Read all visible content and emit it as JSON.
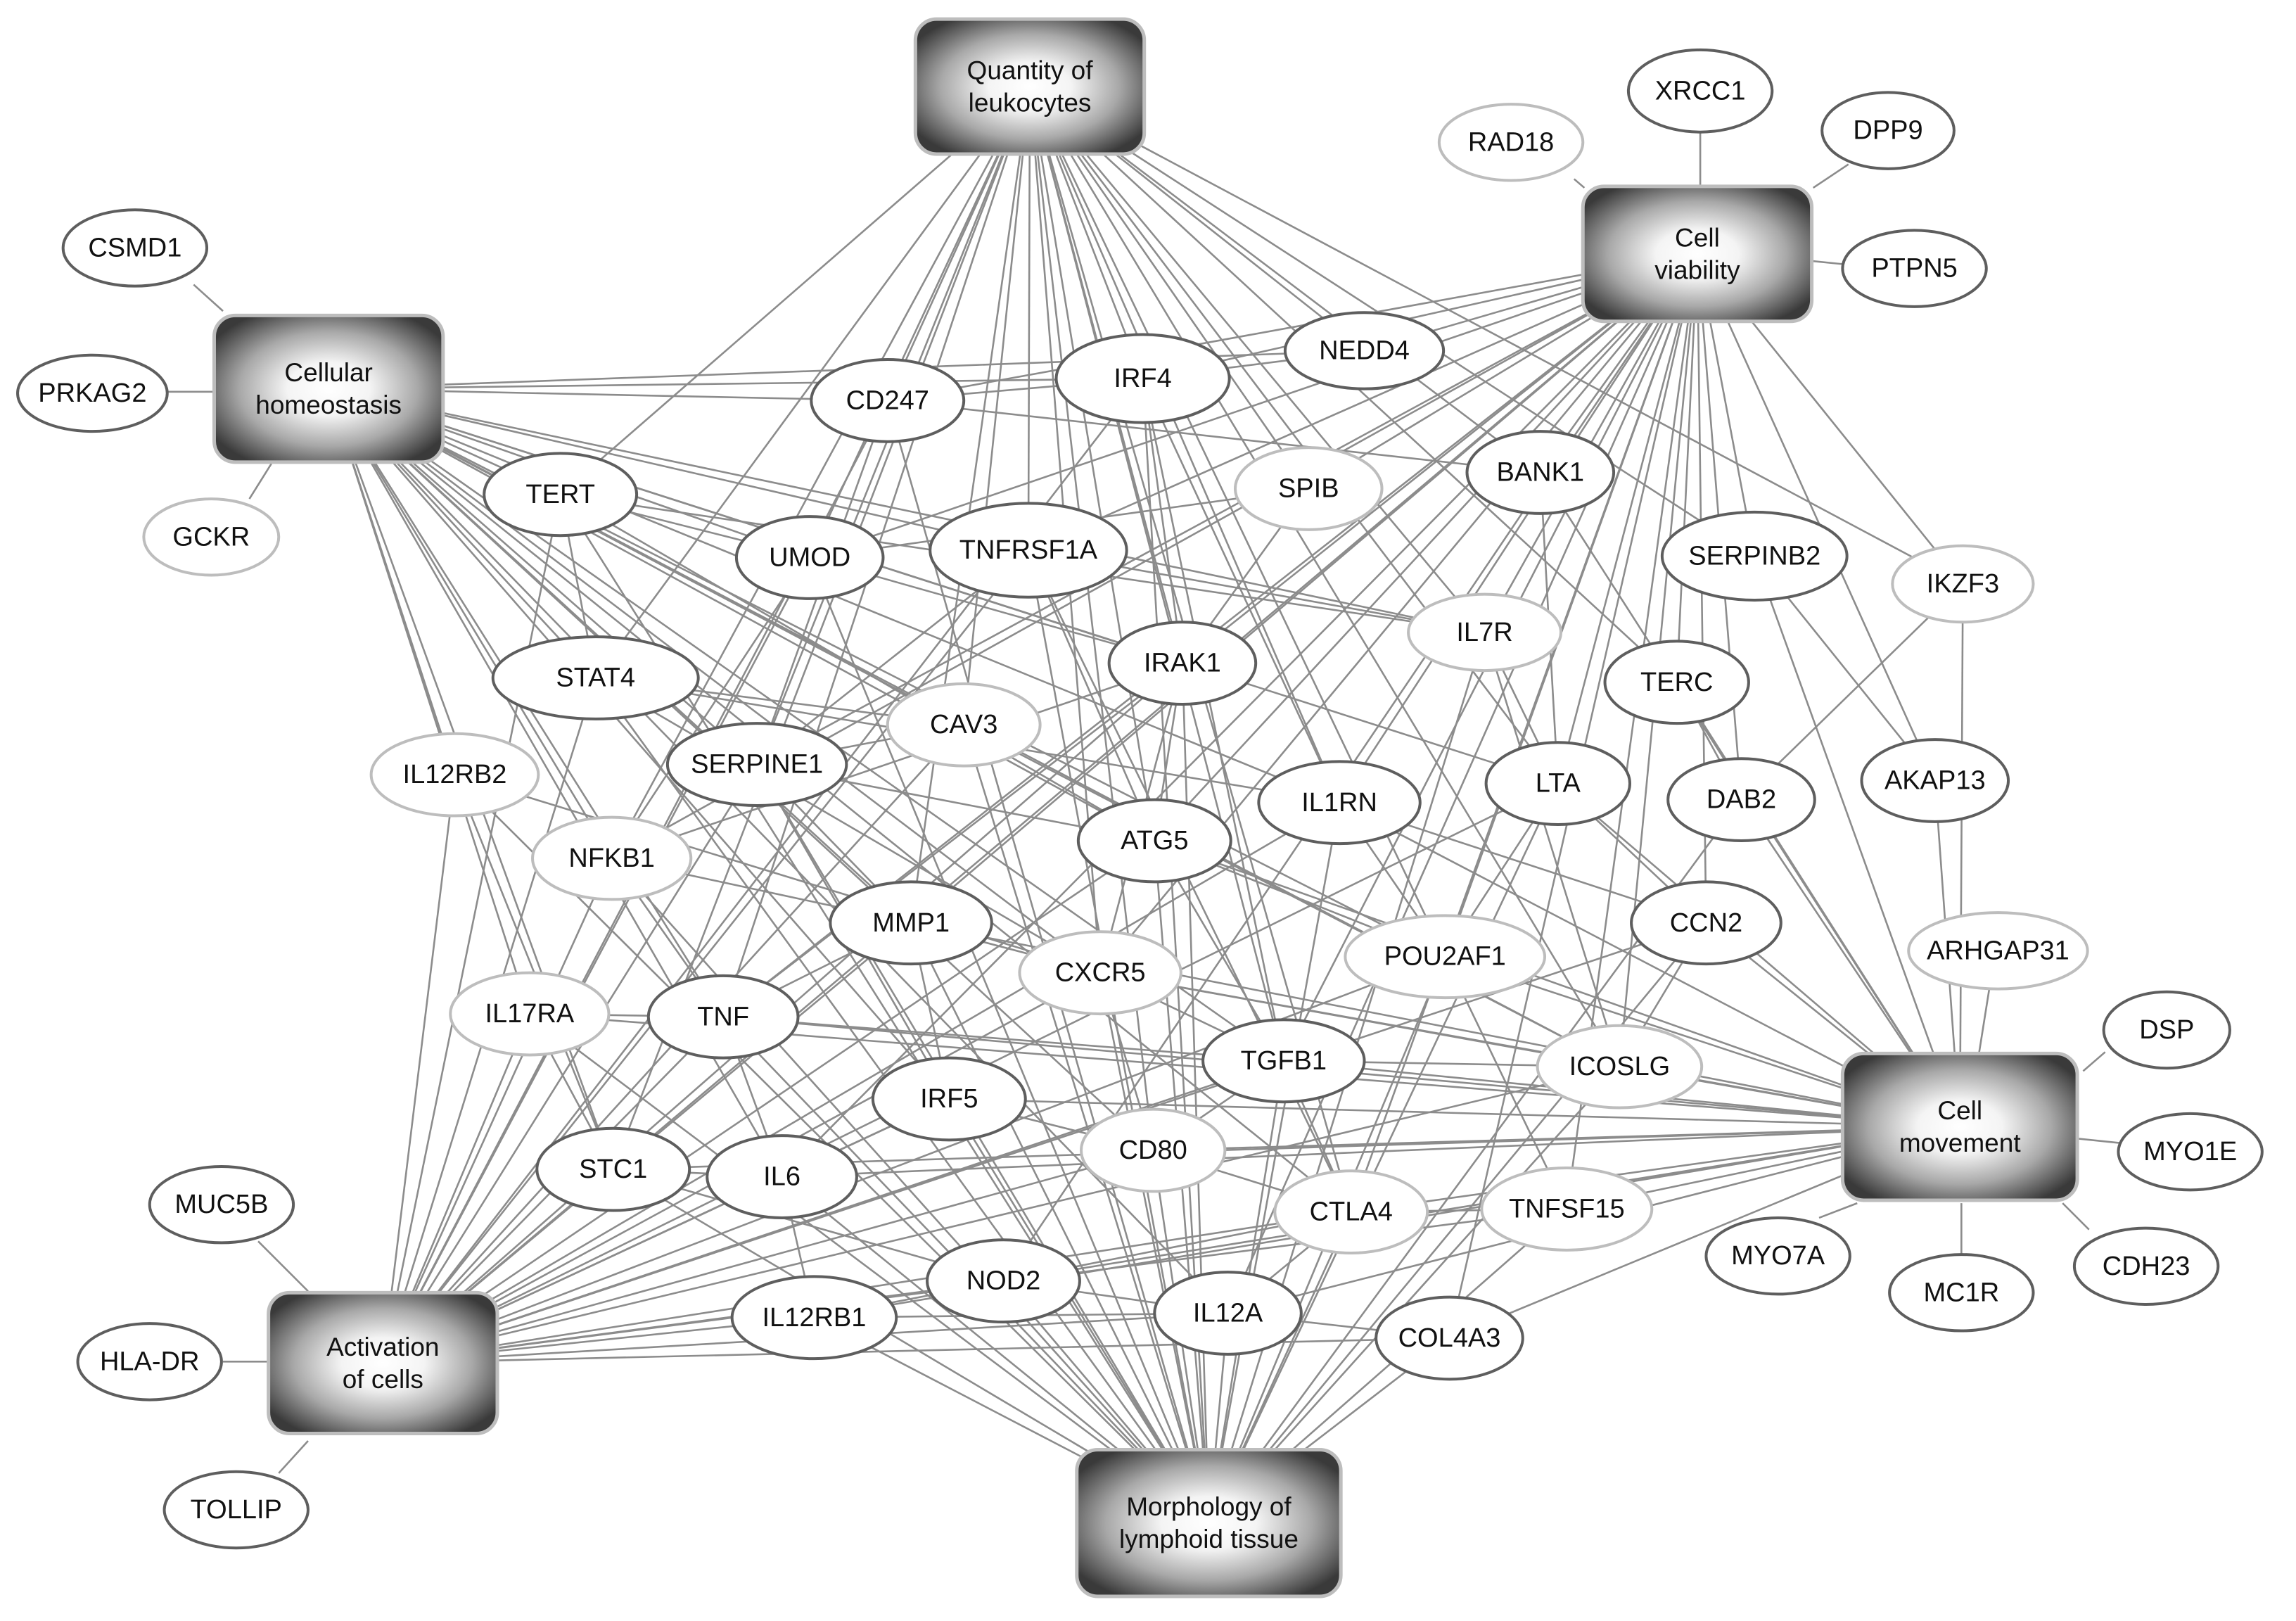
{
  "hubs": [
    {
      "id": "leuk",
      "lines": [
        "Quantity of",
        "leukocytes"
      ]
    },
    {
      "id": "viab",
      "lines": [
        "Cell",
        "viability"
      ]
    },
    {
      "id": "homeo",
      "lines": [
        "Cellular",
        "homeostasis"
      ]
    },
    {
      "id": "move",
      "lines": [
        "Cell",
        "movement"
      ]
    },
    {
      "id": "activ",
      "lines": [
        "Activation",
        "of cells"
      ]
    },
    {
      "id": "morph",
      "lines": [
        "Morphology of",
        "lymphoid tissue"
      ]
    }
  ],
  "genes": [
    {
      "id": "XRCC1",
      "label": "XRCC1",
      "style": "dark"
    },
    {
      "id": "RAD18",
      "label": "RAD18",
      "style": "light"
    },
    {
      "id": "DPP9",
      "label": "DPP9",
      "style": "dark"
    },
    {
      "id": "PTPN5",
      "label": "PTPN5",
      "style": "dark"
    },
    {
      "id": "CSMD1",
      "label": "CSMD1",
      "style": "dark"
    },
    {
      "id": "PRKAG2",
      "label": "PRKAG2",
      "style": "dark"
    },
    {
      "id": "GCKR",
      "label": "GCKR",
      "style": "light"
    },
    {
      "id": "NEDD4",
      "label": "NEDD4",
      "style": "dark"
    },
    {
      "id": "IRF4",
      "label": "IRF4",
      "style": "dark"
    },
    {
      "id": "CD247",
      "label": "CD247",
      "style": "dark"
    },
    {
      "id": "TERT",
      "label": "TERT",
      "style": "dark"
    },
    {
      "id": "SPIB",
      "label": "SPIB",
      "style": "light"
    },
    {
      "id": "BANK1",
      "label": "BANK1",
      "style": "dark"
    },
    {
      "id": "UMOD",
      "label": "UMOD",
      "style": "dark"
    },
    {
      "id": "TNFRSF1A",
      "label": "TNFRSF1A",
      "style": "dark"
    },
    {
      "id": "SERPINB2",
      "label": "SERPINB2",
      "style": "dark"
    },
    {
      "id": "IKZF3",
      "label": "IKZF3",
      "style": "light"
    },
    {
      "id": "IL7R",
      "label": "IL7R",
      "style": "light"
    },
    {
      "id": "IRAK1",
      "label": "IRAK1",
      "style": "dark"
    },
    {
      "id": "STAT4",
      "label": "STAT4",
      "style": "dark"
    },
    {
      "id": "TERC",
      "label": "TERC",
      "style": "dark"
    },
    {
      "id": "CAV3",
      "label": "CAV3",
      "style": "light"
    },
    {
      "id": "IL12RB2",
      "label": "IL12RB2",
      "style": "light"
    },
    {
      "id": "SERPINE1",
      "label": "SERPINE1",
      "style": "dark"
    },
    {
      "id": "LTA",
      "label": "LTA",
      "style": "dark"
    },
    {
      "id": "AKAP13",
      "label": "AKAP13",
      "style": "dark"
    },
    {
      "id": "IL1RN",
      "label": "IL1RN",
      "style": "dark"
    },
    {
      "id": "DAB2",
      "label": "DAB2",
      "style": "dark"
    },
    {
      "id": "ATG5",
      "label": "ATG5",
      "style": "dark"
    },
    {
      "id": "NFKB1",
      "label": "NFKB1",
      "style": "light"
    },
    {
      "id": "MMP1",
      "label": "MMP1",
      "style": "dark"
    },
    {
      "id": "CCN2",
      "label": "CCN2",
      "style": "dark"
    },
    {
      "id": "POU2AF1",
      "label": "POU2AF1",
      "style": "light"
    },
    {
      "id": "ARHGAP31",
      "label": "ARHGAP31",
      "style": "light"
    },
    {
      "id": "CXCR5",
      "label": "CXCR5",
      "style": "light"
    },
    {
      "id": "IL17RA",
      "label": "IL17RA",
      "style": "light"
    },
    {
      "id": "TNF",
      "label": "TNF",
      "style": "dark"
    },
    {
      "id": "DSP",
      "label": "DSP",
      "style": "dark"
    },
    {
      "id": "TGFB1",
      "label": "TGFB1",
      "style": "dark"
    },
    {
      "id": "ICOSLG",
      "label": "ICOSLG",
      "style": "light"
    },
    {
      "id": "IRF5",
      "label": "IRF5",
      "style": "dark"
    },
    {
      "id": "MYO1E",
      "label": "MYO1E",
      "style": "dark"
    },
    {
      "id": "CD80",
      "label": "CD80",
      "style": "light"
    },
    {
      "id": "STC1",
      "label": "STC1",
      "style": "dark"
    },
    {
      "id": "IL6",
      "label": "IL6",
      "style": "dark"
    },
    {
      "id": "MUC5B",
      "label": "MUC5B",
      "style": "dark"
    },
    {
      "id": "CTLA4",
      "label": "CTLA4",
      "style": "light"
    },
    {
      "id": "TNFSF15",
      "label": "TNFSF15",
      "style": "light"
    },
    {
      "id": "MYO7A",
      "label": "MYO7A",
      "style": "dark"
    },
    {
      "id": "CDH23",
      "label": "CDH23",
      "style": "dark"
    },
    {
      "id": "NOD2",
      "label": "NOD2",
      "style": "dark"
    },
    {
      "id": "MC1R",
      "label": "MC1R",
      "style": "dark"
    },
    {
      "id": "IL12RB1",
      "label": "IL12RB1",
      "style": "dark"
    },
    {
      "id": "IL12A",
      "label": "IL12A",
      "style": "dark"
    },
    {
      "id": "COL4A3",
      "label": "COL4A3",
      "style": "dark"
    },
    {
      "id": "HLA-DR",
      "label": "HLA-DR",
      "style": "dark"
    },
    {
      "id": "TOLLIP",
      "label": "TOLLIP",
      "style": "dark"
    }
  ],
  "hub_links": {
    "leuk": [
      "CD247",
      "TERT",
      "UMOD",
      "TNFRSF1A",
      "IRF4",
      "NEDD4",
      "SPIB",
      "BANK1",
      "IRAK1",
      "SERPINE1",
      "CAV3",
      "NFKB1",
      "MMP1",
      "ATG5",
      "IL1RN",
      "LTA",
      "IL7R",
      "TERC",
      "SERPINB2",
      "IKZF3",
      "TGFB1",
      "CD80",
      "TNF",
      "STC1",
      "CTLA4",
      "CXCR5",
      "STAT4",
      "POU2AF1",
      "ICOSLG"
    ],
    "viab": [
      "NEDD4",
      "IRF4",
      "CD247",
      "SPIB",
      "BANK1",
      "TNFRSF1A",
      "IRAK1",
      "IL7R",
      "LTA",
      "TERC",
      "DAB2",
      "CCN2",
      "SERPINB2",
      "IKZF3",
      "AKAP13",
      "MMP1",
      "ATG5",
      "TGFB1",
      "ICOSLG",
      "POU2AF1",
      "IL1RN",
      "CTLA4",
      "IL6",
      "STC1",
      "CXCR5",
      "IL12A",
      "NOD2",
      "TNFSF15",
      "SERPINE1",
      "NFKB1",
      "UMOD",
      "TNF",
      "COL4A3"
    ],
    "homeo": [
      "CD247",
      "IRF4",
      "NEDD4",
      "TERT",
      "UMOD",
      "TNFRSF1A",
      "STAT4",
      "SERPINE1",
      "IRAK1",
      "IL1RN",
      "ATG5",
      "MMP1",
      "CXCR5",
      "NFKB1",
      "TNF",
      "IL17RA",
      "IL12RB2",
      "IL6",
      "STC1",
      "IRF5",
      "CD80",
      "TGFB1",
      "LTA",
      "CAV3",
      "IL7R",
      "POU2AF1",
      "CTLA4",
      "ICOSLG",
      "IL12A"
    ],
    "move": [
      "TGFB1",
      "ICOSLG",
      "CXCR5",
      "POU2AF1",
      "CCN2",
      "DAB2",
      "LTA",
      "SERPINB2",
      "AKAP13",
      "CD80",
      "IRF5",
      "CTLA4",
      "TNFSF15",
      "IL1RN",
      "ATG5",
      "COL4A3",
      "IL12A",
      "TNF",
      "MMP1",
      "IKZF3",
      "IL6",
      "STC1",
      "NOD2",
      "IL12RB1",
      "TERC",
      "BANK1",
      "IL17RA"
    ],
    "activ": [
      "NFKB1",
      "TNF",
      "IL12RB2",
      "IL17RA",
      "STC1",
      "IL6",
      "IL12RB1",
      "NOD2",
      "IRF5",
      "CD80",
      "CTLA4",
      "IL12A",
      "COL4A3",
      "TGFB1",
      "ICOSLG",
      "CXCR5",
      "MMP1",
      "ATG5",
      "STAT4",
      "TERT",
      "SERPINE1",
      "UMOD",
      "TNFRSF1A",
      "IRAK1",
      "CD247",
      "IRF4",
      "CAV3",
      "IL1RN",
      "LTA",
      "POU2AF1",
      "TNFSF15",
      "CCN2"
    ],
    "morph": [
      "IL12A",
      "NOD2",
      "IL12RB1",
      "COL4A3",
      "CTLA4",
      "TNFSF15",
      "CD80",
      "IL6",
      "IRF5",
      "TGFB1",
      "ICOSLG",
      "MMP1",
      "ATG5",
      "CXCR5",
      "POU2AF1",
      "IL1RN",
      "LTA",
      "IRAK1",
      "IRF4",
      "CD247",
      "UMOD",
      "TERT",
      "STAT4",
      "SERPINE1",
      "NFKB1",
      "TNF",
      "STC1",
      "IL17RA",
      "CAV3",
      "TNFRSF1A",
      "IL7R",
      "DAB2",
      "CCN2",
      "IL12RB2"
    ]
  },
  "gene_links": [
    [
      "TERT",
      "UMOD"
    ],
    [
      "UMOD",
      "IRAK1"
    ],
    [
      "TERT",
      "IL7R"
    ],
    [
      "CD247",
      "IRF4"
    ],
    [
      "IRF4",
      "NEDD4"
    ],
    [
      "IRF4",
      "IRAK1"
    ],
    [
      "IRF4",
      "IL1RN"
    ],
    [
      "TNFRSF1A",
      "IL7R"
    ],
    [
      "TNFRSF1A",
      "SERPINE1"
    ],
    [
      "STAT4",
      "IL1RN"
    ],
    [
      "STAT4",
      "CXCR5"
    ],
    [
      "SERPINE1",
      "CAV3"
    ],
    [
      "SERPINE1",
      "MMP1"
    ],
    [
      "SERPINE1",
      "ATG5"
    ],
    [
      "IRAK1",
      "NFKB1"
    ],
    [
      "IRAK1",
      "TNF"
    ],
    [
      "IRAK1",
      "CXCR5"
    ],
    [
      "NFKB1",
      "TNF"
    ],
    [
      "NFKB1",
      "MMP1"
    ],
    [
      "TNF",
      "IL17RA"
    ],
    [
      "TNF",
      "IL6"
    ],
    [
      "TNF",
      "TGFB1"
    ],
    [
      "IL6",
      "STC1"
    ],
    [
      "IL6",
      "IRF5"
    ],
    [
      "MMP1",
      "IRF5"
    ],
    [
      "MMP1",
      "CXCR5"
    ],
    [
      "CXCR5",
      "TGFB1"
    ],
    [
      "CXCR5",
      "ICOSLG"
    ],
    [
      "ATG5",
      "POU2AF1"
    ],
    [
      "IL1RN",
      "POU2AF1"
    ],
    [
      "LTA",
      "POU2AF1"
    ],
    [
      "LTA",
      "CCN2"
    ],
    [
      "CCN2",
      "ICOSLG"
    ],
    [
      "DAB2",
      "IKZF3"
    ],
    [
      "TGFB1",
      "CD80"
    ],
    [
      "TGFB1",
      "ICOSLG"
    ],
    [
      "TGFB1",
      "CTLA4"
    ],
    [
      "CD80",
      "CTLA4"
    ],
    [
      "CTLA4",
      "TNFSF15"
    ],
    [
      "CTLA4",
      "NOD2"
    ],
    [
      "NOD2",
      "IL12RB1"
    ],
    [
      "NOD2",
      "IL12A"
    ],
    [
      "IL12A",
      "IL12RB1"
    ],
    [
      "IL12A",
      "COL4A3"
    ],
    [
      "IL12A",
      "CTLA4"
    ],
    [
      "IRF5",
      "CD80"
    ],
    [
      "UMOD",
      "SPIB"
    ],
    [
      "CD247",
      "BANK1"
    ],
    [
      "STAT4",
      "CAV3"
    ],
    [
      "IL12RB2",
      "STC1"
    ],
    [
      "IL12RB2",
      "CXCR5"
    ],
    [
      "TERT",
      "STAT4"
    ],
    [
      "SPIB",
      "IRAK1"
    ],
    [
      "BANK1",
      "LTA"
    ],
    [
      "IL7R",
      "LTA"
    ],
    [
      "TERC",
      "DAB2"
    ],
    [
      "SERPINB2",
      "AKAP13"
    ],
    [
      "ATG5",
      "IRAK1"
    ],
    [
      "CAV3",
      "ICOSLG"
    ],
    [
      "TNFRSF1A",
      "CTLA4"
    ],
    [
      "IL6",
      "IL12RB1"
    ],
    [
      "STC1",
      "NOD2"
    ],
    [
      "POU2AF1",
      "TNFSF15"
    ],
    [
      "CXCR5",
      "CD80"
    ],
    [
      "MMP1",
      "TNF"
    ],
    [
      "IRF4",
      "TGFB1"
    ],
    [
      "CD247",
      "SERPINE1"
    ],
    [
      "UMOD",
      "NFKB1"
    ],
    [
      "IL17RA",
      "STC1"
    ],
    [
      "TERT",
      "ATG5"
    ],
    [
      "SERPINE1",
      "IRF5"
    ],
    [
      "IL7R",
      "ICOSLG"
    ],
    [
      "ATG5",
      "TGFB1"
    ],
    [
      "IL1RN",
      "CCN2"
    ],
    [
      "TNFRSF1A",
      "ATG5"
    ]
  ]
}
